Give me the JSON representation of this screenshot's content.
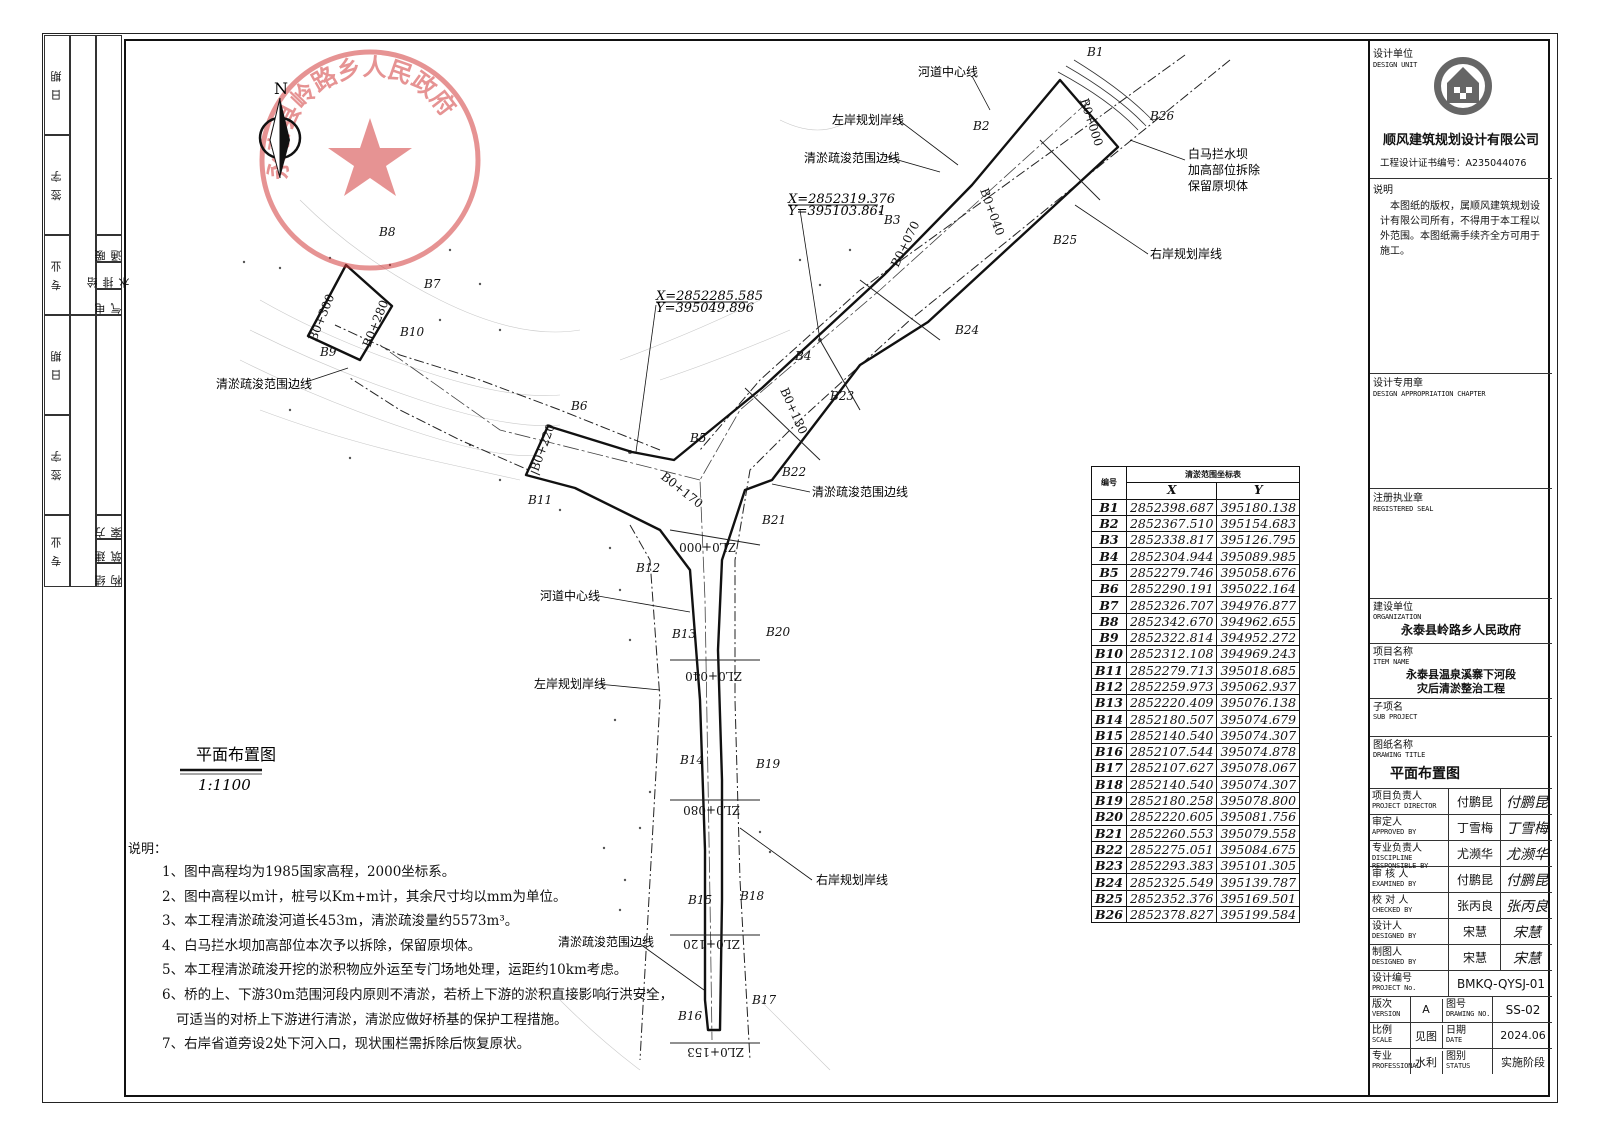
{
  "left_strip": {
    "rows_top": [
      {
        "label": "日 期"
      },
      {
        "label": "签 字"
      },
      {
        "label": "专 业"
      }
    ],
    "disciplines_top": [
      "暖通",
      "给排水",
      "电 气"
    ],
    "rows_bottom": [
      {
        "label": "日 期"
      },
      {
        "label": "签 字"
      },
      {
        "label": "专 业"
      }
    ],
    "disciplines_bottom": [
      "方 案",
      "建 筑",
      "结 构"
    ]
  },
  "title_block": {
    "design_unit_cn": "设计单位",
    "design_unit_en": "DESIGN UNIT",
    "company": "顺风建筑规划设计有限公司",
    "cert": "工程设计证书编号：A235044076",
    "note_title": "说明",
    "note_text": "本图纸的版权，属顺风建筑规划设计有限公司所有，不得用于本工程以外范围。本图纸需手续齐全方可用于施工。",
    "chapter_cn": "设计专用章",
    "chapter_en": "DESIGN APPROPRIATION CHAPTER",
    "seal_cn": "注册执业章",
    "seal_en": "REGISTERED SEAL",
    "org_cn": "建设单位",
    "org_en": "ORGANIZATION",
    "org_value": "永泰县岭路乡人民政府",
    "item_cn": "项目名称",
    "item_en": "ITEM NAME",
    "item_value_1": "永泰县温泉溪寨下河段",
    "item_value_2": "灾后清淤整治工程",
    "sub_cn": "子项名",
    "sub_en": "SUB PROJECT",
    "title_cn": "图纸名称",
    "title_en": "DRAWING TITLE",
    "title_value": "平面布置图",
    "sign_rows": [
      {
        "cn": "项目负责人",
        "en": "PROJECT DIRECTOR",
        "name": "付鹏昆",
        "sig": "付鹏昆"
      },
      {
        "cn": "审定人",
        "en": "APPROVED BY",
        "name": "丁雪梅",
        "sig": "丁雪梅"
      },
      {
        "cn": "专业负责人",
        "en": "DISCIPLINE RESPONSIBLE BY",
        "name": "尤濒华",
        "sig": "尤濒华"
      },
      {
        "cn": "审 核 人",
        "en": "EXAMINED BY",
        "name": "付鹏昆",
        "sig": "付鹏昆"
      },
      {
        "cn": "校 对 人",
        "en": "CHECKED BY",
        "name": "张丙良",
        "sig": "张丙良"
      },
      {
        "cn": "设计人",
        "en": "DESIGNED BY",
        "name": "宋慧",
        "sig": "宋慧"
      },
      {
        "cn": "制图人",
        "en": "DESIGNED BY",
        "name": "宋慧",
        "sig": "宋慧"
      }
    ],
    "proj_no_cn": "设计编号",
    "proj_no_en": "PROJECT No.",
    "proj_no_value": "BMKQ-QYSJ-01",
    "version_cn": "版次",
    "version_en": "VERSION",
    "version_value": "A",
    "drawno_cn": "图号",
    "drawno_en": "DRAWING NO.",
    "drawno_value": "SS-02",
    "scale_cn": "比例",
    "scale_en": "SCALE",
    "scale_value": "见图",
    "date_cn": "日期",
    "date_en": "DATE",
    "date_value": "2024.06",
    "prof_cn": "专业",
    "prof_en": "PROFESSIONAL",
    "prof_value": "水利",
    "status_cn": "图别",
    "status_en": "STATUS",
    "status_value": "实施阶段"
  },
  "stamp": {
    "text": "永泰县岭路乡人民政府"
  },
  "north_label": "N",
  "plan_title": "平面布置图",
  "plan_scale": "1:1100",
  "coords_top_left": {
    "x": "X=2852285.585",
    "y": "Y=395049.896"
  },
  "coords_top_right": {
    "x": "X=2852319.376",
    "y": "Y=395103.861"
  },
  "labels": {
    "river_center_1": "河道中心线",
    "left_bank_1": "左岸规划岸线",
    "dredge_1": "清淤疏浚范围边线",
    "dam_1": "白马拦水坝",
    "dam_2": "加高部位拆除",
    "dam_3": "保留原坝体",
    "right_bank_1": "右岸规划岸线",
    "dredge_left": "清淤疏浚范围边线",
    "dredge_right": "清淤疏浚范围边线",
    "river_center_2": "河道中心线",
    "left_bank_2": "左岸规划岸线",
    "right_bank_2": "右岸规划岸线",
    "dredge_bottom": "清淤疏浚范围边线"
  },
  "stations": [
    "B0+000",
    "B0+040",
    "B0+070",
    "B0+130",
    "B0+170",
    "B0+220",
    "B0+280",
    "B0+300",
    "ZL0+000",
    "ZL0+040",
    "ZL0+080",
    "ZL0+120",
    "ZL0+153"
  ],
  "point_labels": [
    "B1",
    "B2",
    "B3",
    "B4",
    "B5",
    "B6",
    "B7",
    "B8",
    "B9",
    "B10",
    "B11",
    "B12",
    "B13",
    "B14",
    "B15",
    "B16",
    "B17",
    "B18",
    "B19",
    "B20",
    "B21",
    "B22",
    "B23",
    "B24",
    "B25",
    "B26"
  ],
  "coord_table": {
    "title": "清淤范围坐标表",
    "headers": [
      "编号",
      "X",
      "Y"
    ],
    "rows": [
      [
        "B1",
        "2852398.687",
        "395180.138"
      ],
      [
        "B2",
        "2852367.510",
        "395154.683"
      ],
      [
        "B3",
        "2852338.817",
        "395126.795"
      ],
      [
        "B4",
        "2852304.944",
        "395089.985"
      ],
      [
        "B5",
        "2852279.746",
        "395058.676"
      ],
      [
        "B6",
        "2852290.191",
        "395022.164"
      ],
      [
        "B7",
        "2852326.707",
        "394976.877"
      ],
      [
        "B8",
        "2852342.670",
        "394962.655"
      ],
      [
        "B9",
        "2852322.814",
        "394952.272"
      ],
      [
        "B10",
        "2852312.108",
        "394969.243"
      ],
      [
        "B11",
        "2852279.713",
        "395018.685"
      ],
      [
        "B12",
        "2852259.973",
        "395062.937"
      ],
      [
        "B13",
        "2852220.409",
        "395076.138"
      ],
      [
        "B14",
        "2852180.507",
        "395074.679"
      ],
      [
        "B15",
        "2852140.540",
        "395074.307"
      ],
      [
        "B16",
        "2852107.544",
        "395074.878"
      ],
      [
        "B17",
        "2852107.627",
        "395078.067"
      ],
      [
        "B18",
        "2852140.540",
        "395074.307"
      ],
      [
        "B19",
        "2852180.258",
        "395078.800"
      ],
      [
        "B20",
        "2852220.605",
        "395081.756"
      ],
      [
        "B21",
        "2852260.553",
        "395079.558"
      ],
      [
        "B22",
        "2852275.051",
        "395084.675"
      ],
      [
        "B23",
        "2852293.383",
        "395101.305"
      ],
      [
        "B24",
        "2852325.549",
        "395139.787"
      ],
      [
        "B25",
        "2852352.376",
        "395169.501"
      ],
      [
        "B26",
        "2852378.827",
        "395199.584"
      ]
    ]
  },
  "notes": {
    "title": "说明：",
    "items": [
      "1、图中高程均为1985国家高程，2000坐标系。",
      "2、图中高程以m计，桩号以Km+m计，其余尺寸均以mm为单位。",
      "3、本工程清淤疏浚河道长453m，清淤疏浚量约5573m³。",
      "4、白马拦水坝加高部位本次予以拆除，保留原坝体。",
      "5、本工程清淤疏浚开挖的淤积物应外运至专门场地处理，运距约10km考虑。",
      "6、桥的上、下游30m范围河段内原则不清淤，若桥上下游的淤积直接影响行洪安全，",
      "可适当的对桥上下游进行清淤，清淤应做好桥基的保护工程措施。",
      "7、右岸省道旁设2处下河入口，现状围栏需拆除后恢复原状。"
    ]
  }
}
